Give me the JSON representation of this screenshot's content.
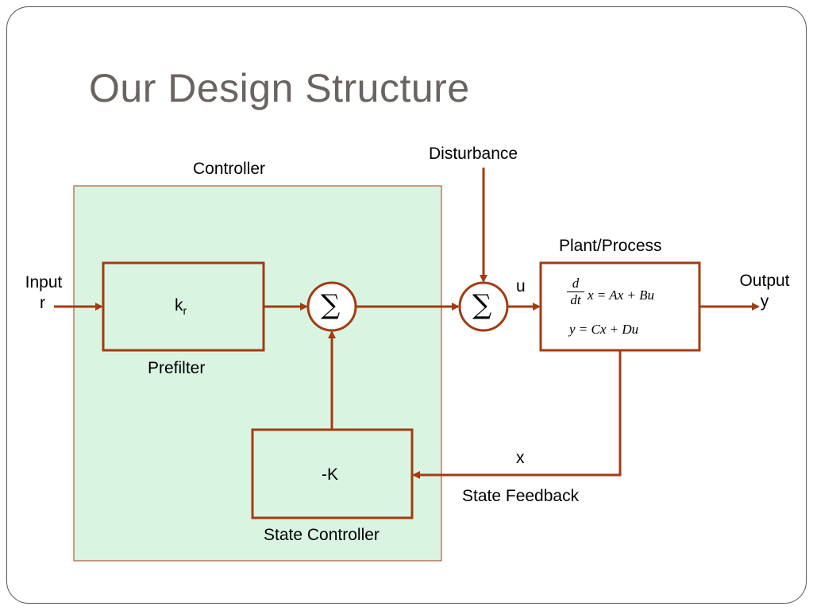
{
  "slide": {
    "title": "Our Design Structure"
  },
  "diagram": {
    "controller_label": "Controller",
    "disturbance_label": "Disturbance",
    "plant_label": "Plant/Process",
    "input_label": "Input",
    "input_symbol": "r",
    "output_label": "Output",
    "output_symbol": "y",
    "prefilter_gain_main": "k",
    "prefilter_gain_sub": "r",
    "prefilter_label": "Prefilter",
    "sum_symbol": "∑",
    "u_label": "u",
    "state_gain": "-K",
    "state_controller_label": "State Controller",
    "x_label": "x",
    "state_feedback_label": "State Feedback",
    "plant_equation": {
      "d": "d",
      "dt": "dt",
      "state_rhs": "x = Ax + Bu",
      "output_eq": "y = Cx + Du"
    },
    "colors": {
      "arrow": "#a23c12",
      "controller_fill": "#d9f5e1",
      "controller_border": "#a23c12",
      "title_text": "#6b6360"
    }
  }
}
